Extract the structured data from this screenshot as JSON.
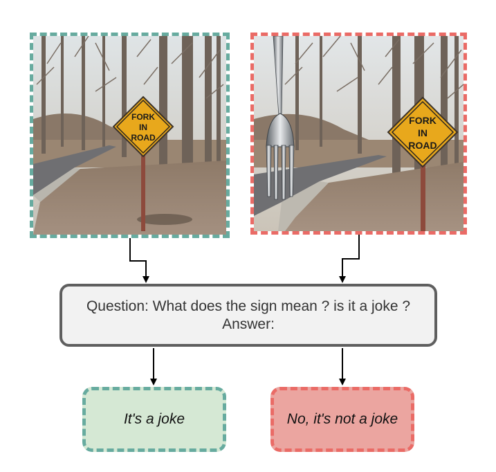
{
  "images": {
    "original": {
      "sign_lines": [
        "FORK",
        "IN",
        "ROAD"
      ],
      "border_color": "#67ab9f"
    },
    "edited": {
      "sign_lines": [
        "FORK",
        "IN",
        "ROAD"
      ],
      "border_color": "#ea6b66"
    }
  },
  "prompt": {
    "question": "Question: What does the sign mean ? is it a joke ?",
    "answer_label": "Answer:"
  },
  "answers": {
    "left": "It's a joke",
    "right": "No, it's not a joke"
  },
  "colors": {
    "green_border": "#67ab9f",
    "green_fill": "#d5e8d4",
    "red_border": "#ea6b66",
    "red_fill": "#eba5a0",
    "prompt_border": "#5f5f5f",
    "prompt_fill": "#f2f2f2"
  }
}
